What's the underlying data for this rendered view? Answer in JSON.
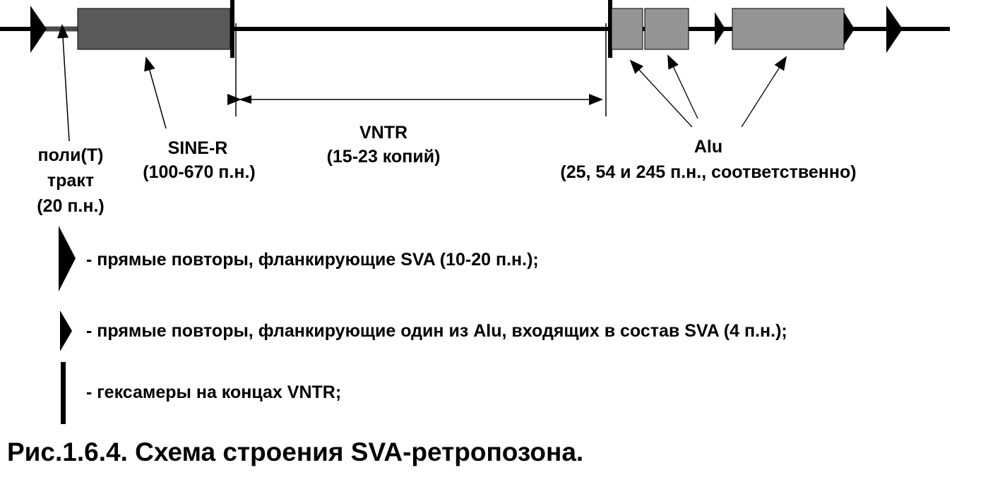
{
  "labels": {
    "polyT": [
      "поли(Т)",
      "тракт",
      "(20 п.н.)"
    ],
    "sineR": [
      "SINE-R",
      "(100-670 п.н.)"
    ],
    "vntr": [
      "VNTR",
      "(15-23 копий)"
    ],
    "alu": [
      "Alu",
      "(25, 54 и 245 п.н., соответственно)"
    ]
  },
  "legend": [
    {
      "symbol": "large-triangle",
      "text": "- прямые повторы, фланкирующие SVA (10-20 п.н.);"
    },
    {
      "symbol": "small-triangle",
      "text": "- прямые повторы, фланкирующие один из Alu, входящих в состав SVA (4 п.н.);"
    },
    {
      "symbol": "vertical-bar",
      "text": "- гексамеры на концах VNTR;"
    }
  ],
  "caption": "Рис.1.6.4. Схема строения SVA-ретропозона.",
  "colors": {
    "sine_r": "#5a5a5a",
    "alu": "#949494",
    "line": "#000000"
  }
}
